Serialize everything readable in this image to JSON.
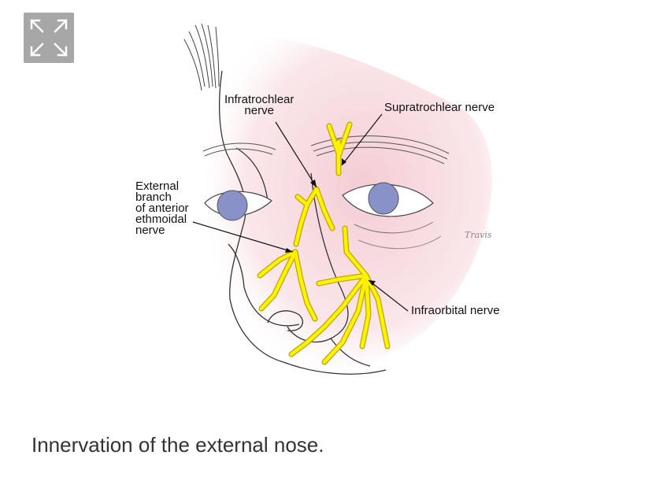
{
  "expand_button": {
    "icon": "expand-arrows-icon"
  },
  "figure": {
    "labels": {
      "infratrochlear": [
        "Infratrochlear",
        "nerve"
      ],
      "supratrochlear": "Supratrochlear nerve",
      "external_branch": [
        "External",
        "branch",
        "of anterior",
        "ethmoidal",
        "nerve"
      ],
      "infraorbital": "Infraorbital nerve"
    },
    "signature": "Travis"
  },
  "caption": "Innervation of the external nose.",
  "colors": {
    "nerve_fill": "#fff200",
    "nerve_outline": "#b8a800",
    "skin_shade": "#f6d6dc",
    "iris": "#8892c9",
    "expand_bg": "#a7a7a7"
  }
}
